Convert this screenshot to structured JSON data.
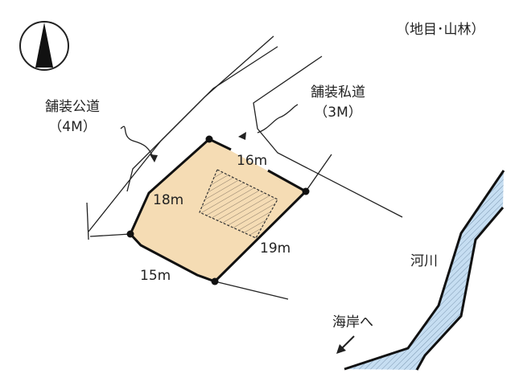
{
  "land_category": "（地目･山林）",
  "public_road": {
    "name": "舗装公道",
    "width": "（4M）"
  },
  "private_road": {
    "name": "舗装私道",
    "width": "（3M）"
  },
  "dimensions": {
    "top": "16m",
    "left": "18m",
    "right": "19m",
    "bottom": "15m"
  },
  "river": "河川",
  "to_coast": "海岸へ",
  "colors": {
    "plot": "#f5dcb4",
    "river": "#c6def2",
    "line": "#222222"
  }
}
